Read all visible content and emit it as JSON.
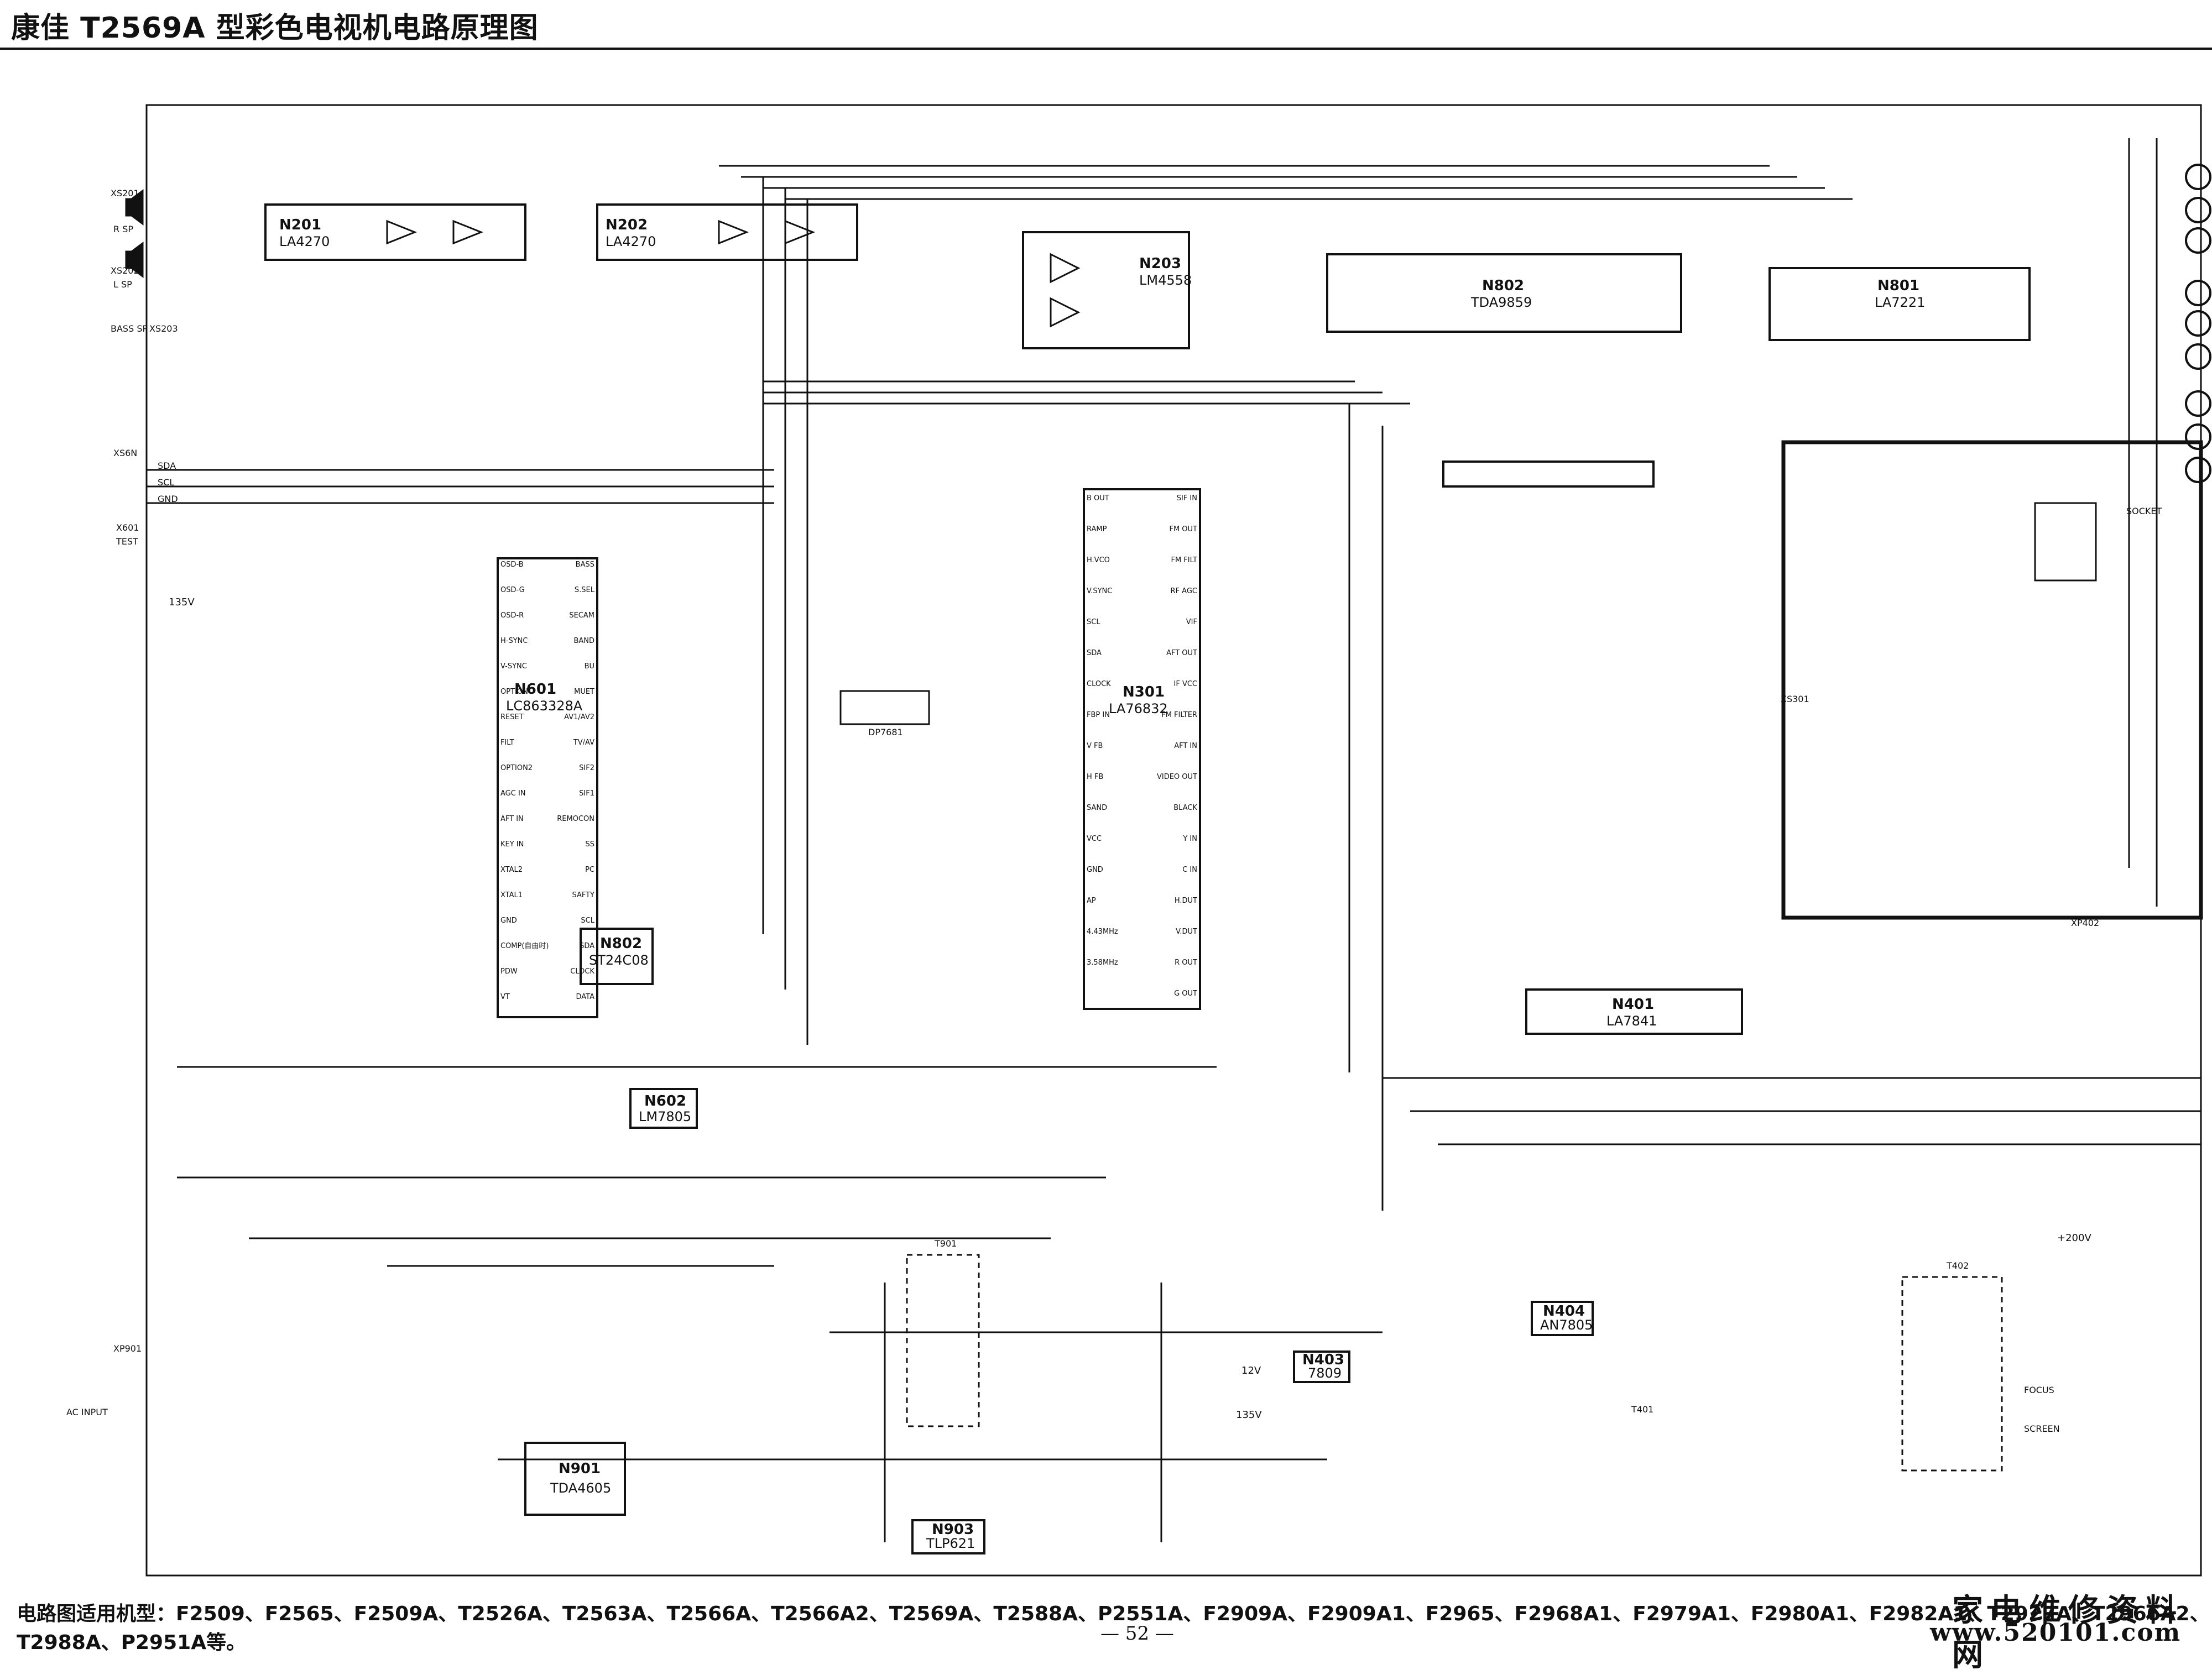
{
  "title": "康佳 T2569A 型彩色电视机电路原理图",
  "footer": {
    "applicable_models": "电路图适用机型：F2509、F2565、F2509A、T2526A、T2563A、T2566A、T2566A2、T2569A、T2588A、P2551A、F2909A、F2909A1、F2965、F2968A1、F2979A1、F2980A1、F2982A1、T2927A、T2966A2、T2988A、P2951A等。",
    "page_number": "— 52 —",
    "watermark_text": "家电维修资料网",
    "watermark_url": "www.520101.com"
  },
  "chips": [
    {
      "id": "n201",
      "ref": "N201",
      "part": "LA4270"
    },
    {
      "id": "n202",
      "ref": "N202",
      "part": "LA4270"
    },
    {
      "id": "n203",
      "ref": "N203",
      "part": "LM4558"
    },
    {
      "id": "n802",
      "ref": "N802",
      "part": "TDA9859"
    },
    {
      "id": "n801",
      "ref": "N801",
      "part": "LA7221"
    },
    {
      "id": "n601",
      "ref": "N601",
      "part": "LC863328A"
    },
    {
      "id": "n301",
      "ref": "N301",
      "part": "LA76832"
    },
    {
      "id": "n602",
      "ref": "N602",
      "part": "LM7805"
    },
    {
      "id": "n401",
      "ref": "N401",
      "part": "LA7841"
    },
    {
      "id": "n404",
      "ref": "N404",
      "part": "AN7805"
    },
    {
      "id": "n403",
      "ref": "N403",
      "part": "7809"
    },
    {
      "id": "n901",
      "ref": "N901",
      "part": "TDA4605"
    },
    {
      "id": "n903",
      "ref": "N903",
      "part": "TLP621"
    },
    {
      "id": "n802b",
      "ref": "N802",
      "part": "ST24C08"
    }
  ],
  "connectors": {
    "xs201": "XS201",
    "xs202": "XS202",
    "xs203": "XS203",
    "r_sp": "R SP",
    "l_sp": "L SP",
    "bass_sp": "BASS SP",
    "sda": "SDA",
    "scl": "SCL",
    "gnd": "GND",
    "x601": "X601",
    "test": "TEST",
    "socket": "SOCKET",
    "xs301": "XS301",
    "xp402": "XP402",
    "xp901": "XP901",
    "ac_input": "AC INPUT",
    "t901": "T901",
    "t402": "T402",
    "t401": "T401",
    "focus": "FOCUS",
    "screen": "SCREEN",
    "dp7681": "DP7681"
  },
  "rails": {
    "v135": "135V",
    "v12": "12V",
    "v200": "+200V",
    "v135b": "135V"
  },
  "n601_pins": [
    "BASS",
    "S.SEL",
    "SECAM",
    "BAND",
    "BU",
    "MUET",
    "AV1/AV2",
    "TV/AV",
    "SIF2",
    "SIF1",
    "REMOCON",
    "SS",
    "PC",
    "SAFTY",
    "SCL",
    "SDA",
    "CLOCK",
    "DATA",
    "OSD-B",
    "OSD-G",
    "OSD-R",
    "H-SYNC",
    "V-SYNC",
    "OPTION",
    "RESET",
    "FILT",
    "OPTION2",
    "AGC IN",
    "AFT IN",
    "KEY IN",
    "XTAL2",
    "XTAL1",
    "GND",
    "COMP(自由时)",
    "PDW",
    "VT"
  ],
  "n301_pins": [
    "SIF IN",
    "FM OUT",
    "FM FILT",
    "RF AGC",
    "VIF",
    "AFT OUT",
    "IF VCC",
    "FM FILTER",
    "AFT IN",
    "VIDEO OUT",
    "BLACK",
    "Y IN",
    "C IN",
    "H.DUT",
    "V.DUT",
    "R OUT",
    "G OUT",
    "B OUT",
    "RAMP",
    "H.VCO",
    "V.SYNC",
    "SCL",
    "SDA",
    "CLOCK",
    "FBP IN",
    "V FB",
    "H FB",
    "SAND",
    "VCC",
    "GND",
    "AP",
    "4.43MHz",
    "3.58MHz"
  ]
}
